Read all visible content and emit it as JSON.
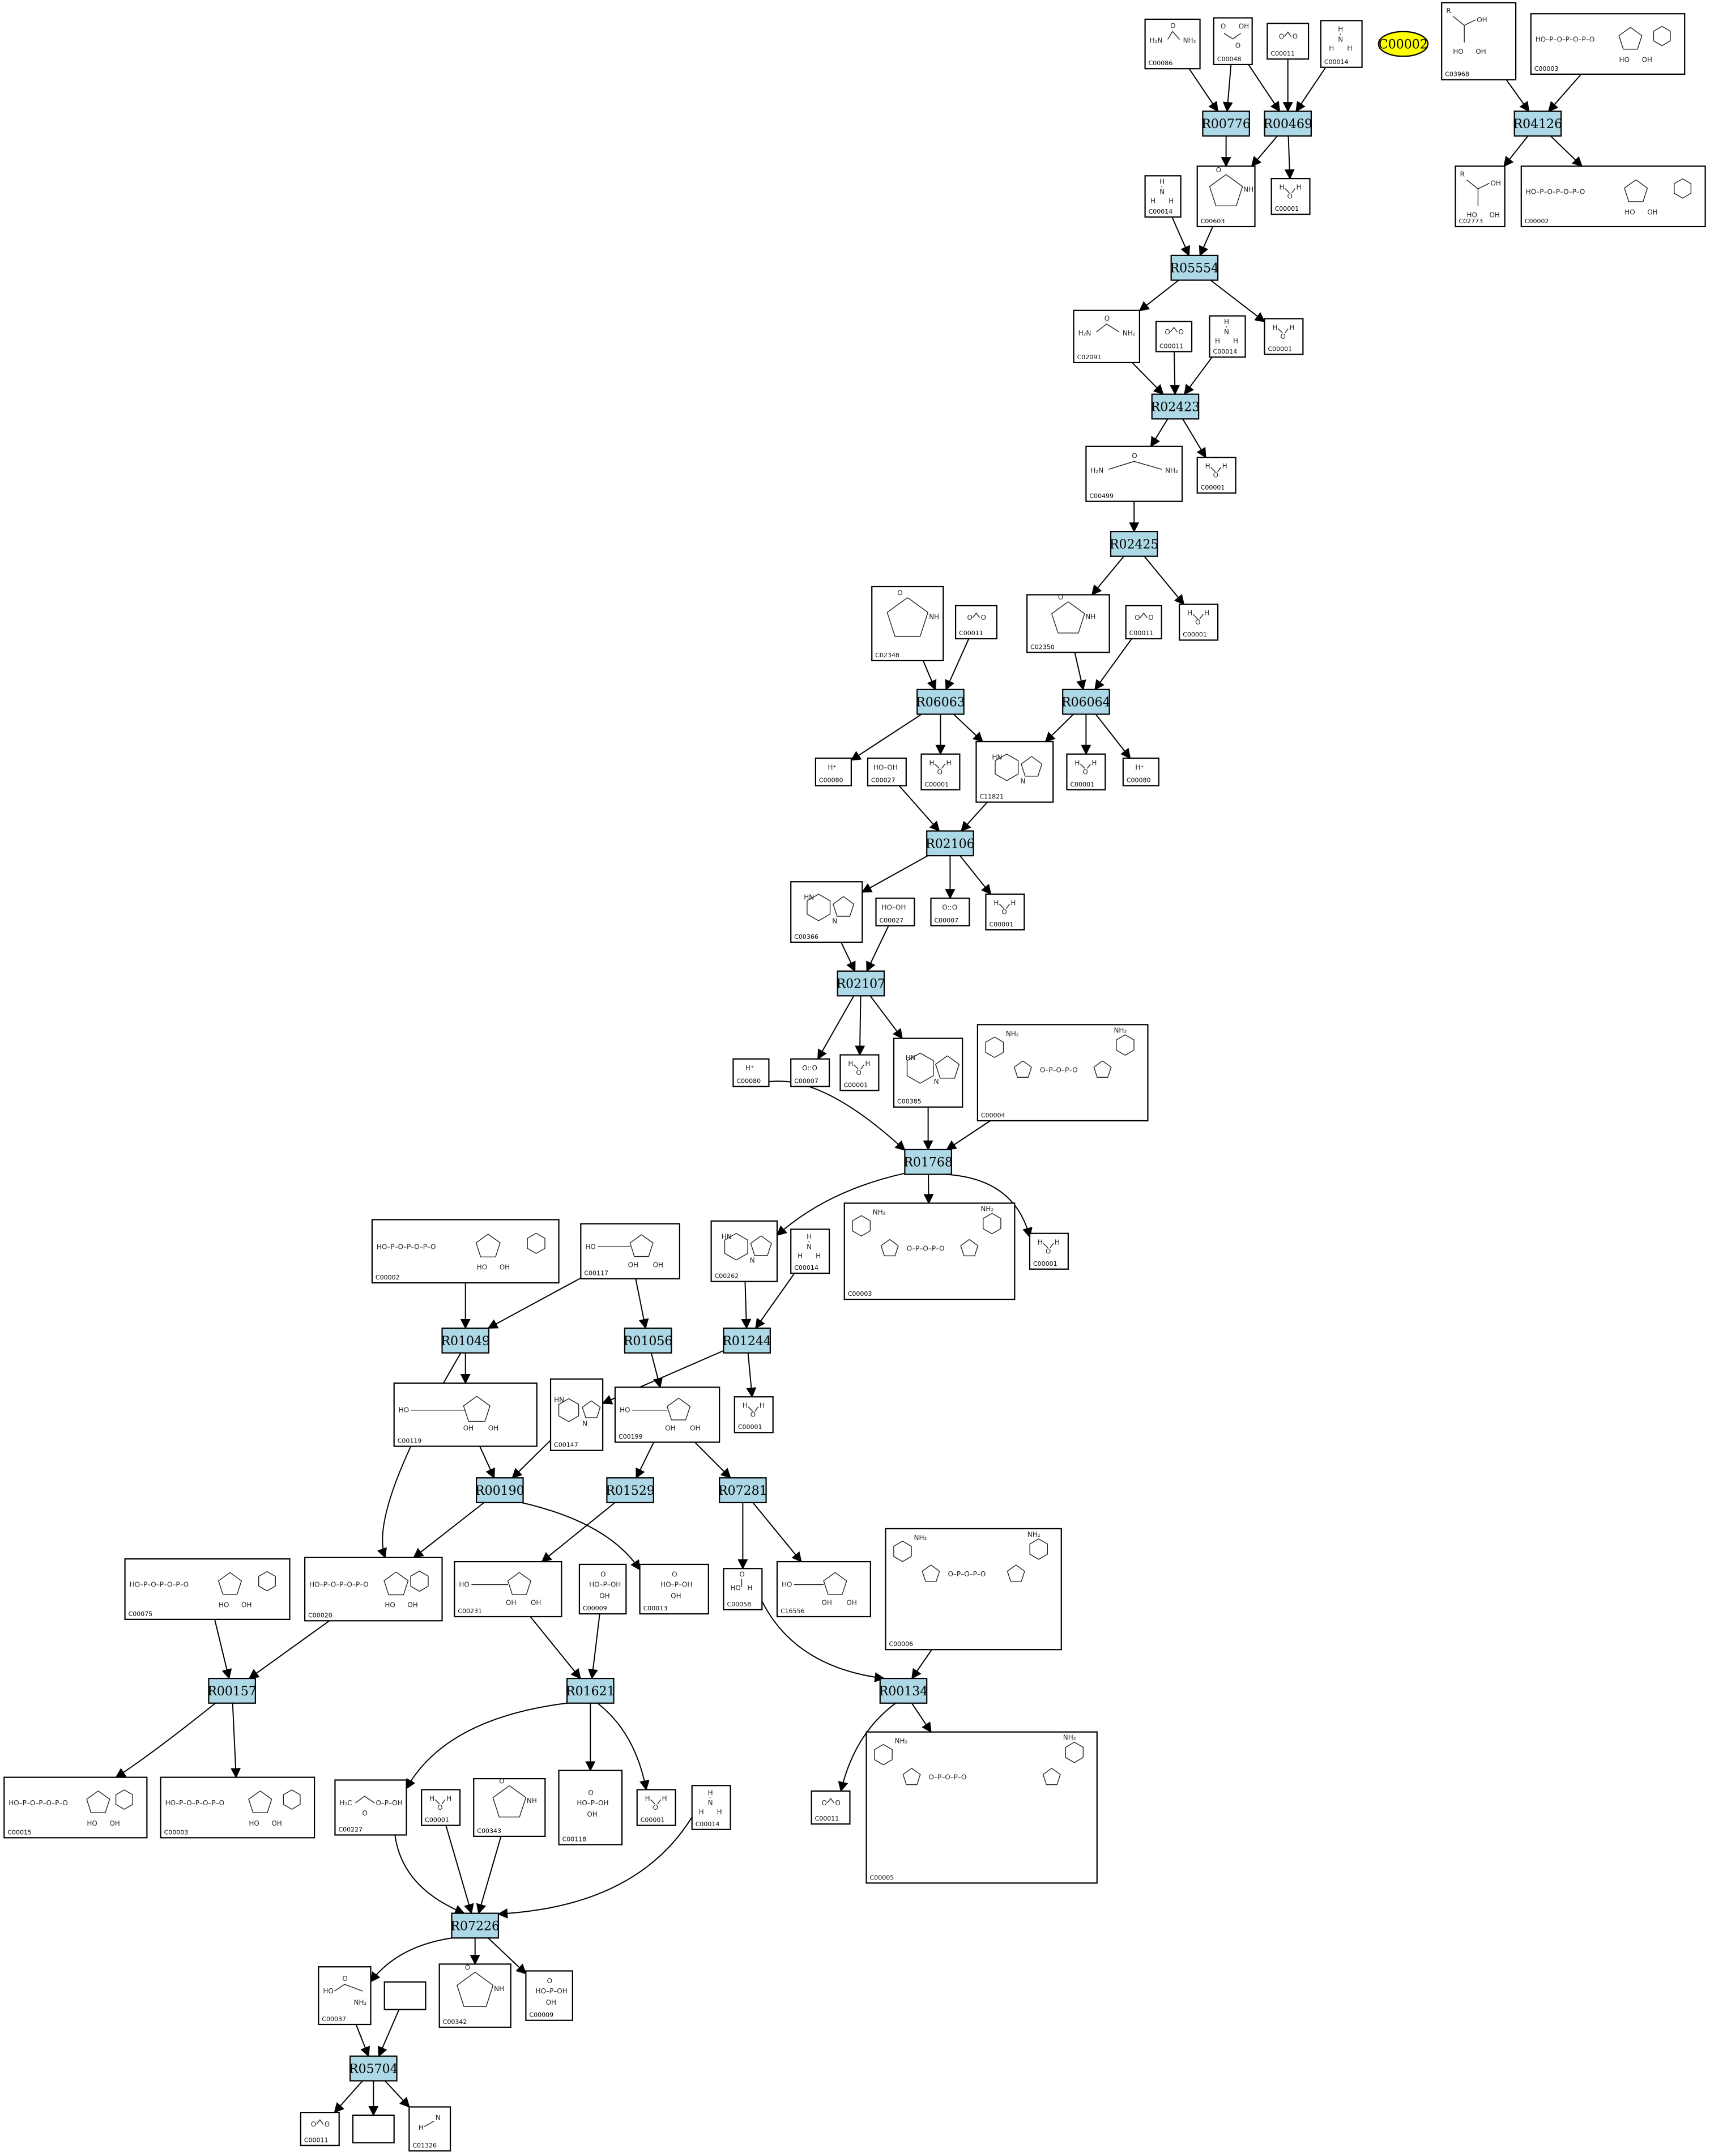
{
  "diagram": {
    "highlight_compound": "C00002",
    "colors": {
      "reaction_fill": "#add8e6",
      "highlight_fill": "#ffff00",
      "stroke": "#000000",
      "background": "#ffffff"
    },
    "reactions": [
      "R00776",
      "R00469",
      "R04126",
      "R05554",
      "R02423",
      "R02425",
      "R06063",
      "R06064",
      "R02106",
      "R02107",
      "R01768",
      "R01049",
      "R01056",
      "R01244",
      "R00190",
      "R01529",
      "R07281",
      "R00157",
      "R01621",
      "R00134",
      "R07226",
      "R05704"
    ],
    "compounds": [
      {
        "id": "C00086",
        "formula": "H2N-CO-NH2"
      },
      {
        "id": "C00048",
        "formula": "OHC-COOH"
      },
      {
        "id": "C00011",
        "formula": "O=C=O"
      },
      {
        "id": "C00014",
        "formula": "NH3"
      },
      {
        "id": "C03968"
      },
      {
        "id": "C00003"
      },
      {
        "id": "C00603"
      },
      {
        "id": "C00001",
        "formula": "H2O"
      },
      {
        "id": "C02773"
      },
      {
        "id": "C00002"
      },
      {
        "id": "C02091"
      },
      {
        "id": "C00499"
      },
      {
        "id": "C02348"
      },
      {
        "id": "C02350"
      },
      {
        "id": "C00080",
        "formula": "H+"
      },
      {
        "id": "C00027",
        "formula": "HO-OH"
      },
      {
        "id": "C11821"
      },
      {
        "id": "C00366"
      },
      {
        "id": "C00007",
        "formula": "O=O"
      },
      {
        "id": "C00385"
      },
      {
        "id": "C00004"
      },
      {
        "id": "C00262"
      },
      {
        "id": "C00117"
      },
      {
        "id": "C00119"
      },
      {
        "id": "C00147"
      },
      {
        "id": "C00199"
      },
      {
        "id": "C00075"
      },
      {
        "id": "C00020"
      },
      {
        "id": "C00231"
      },
      {
        "id": "C00009"
      },
      {
        "id": "C00013"
      },
      {
        "id": "C00058"
      },
      {
        "id": "C16556"
      },
      {
        "id": "C00006"
      },
      {
        "id": "C00015"
      },
      {
        "id": "C00227"
      },
      {
        "id": "C00343"
      },
      {
        "id": "C00118"
      },
      {
        "id": "C00005"
      },
      {
        "id": "C00037"
      },
      {
        "id": "C00342"
      },
      {
        "id": "C01326",
        "formula": "HCN"
      }
    ]
  }
}
